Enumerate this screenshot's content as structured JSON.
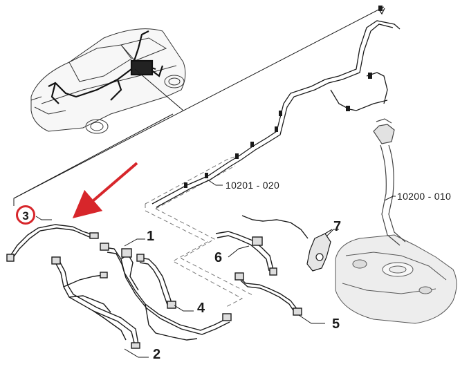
{
  "diagram": {
    "part_numbers": [
      {
        "id": "p1",
        "label": "1"
      },
      {
        "id": "p2",
        "label": "2"
      },
      {
        "id": "p3",
        "label": "3"
      },
      {
        "id": "p4",
        "label": "4"
      },
      {
        "id": "p5",
        "label": "5"
      },
      {
        "id": "p6",
        "label": "6"
      },
      {
        "id": "p7",
        "label": "7"
      }
    ],
    "references": [
      {
        "id": "r1",
        "label": "10201 - 020"
      },
      {
        "id": "r2",
        "label": "10200 - 010"
      }
    ],
    "highlighted_part": "3",
    "colors": {
      "line": "#1a1a1a",
      "highlight": "#d7262b",
      "tank": "#9a9a9a"
    }
  }
}
